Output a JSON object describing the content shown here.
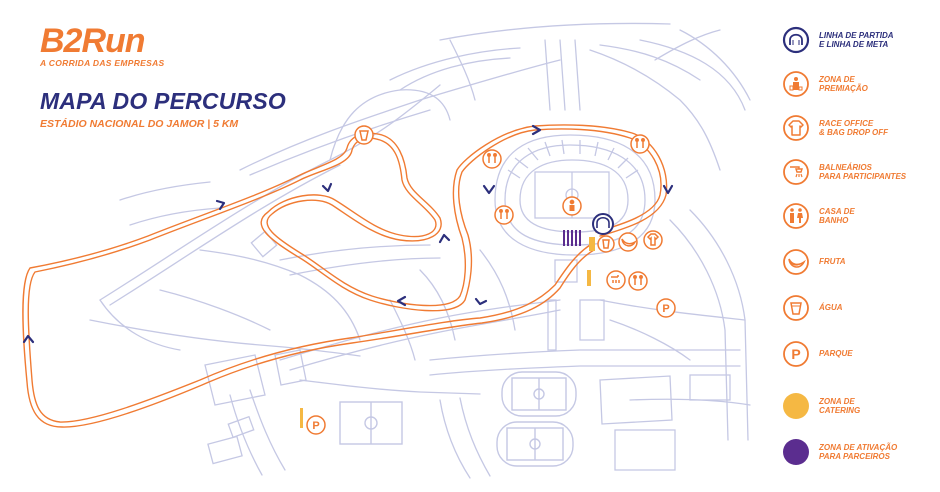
{
  "brand": {
    "name": "B2Run",
    "tagline": "A CORRIDA DAS EMPRESAS"
  },
  "title": "MAPA DO PERCURSO",
  "subtitle": "ESTÁDIO NACIONAL DO JAMOR | 5 KM",
  "colors": {
    "route": "#f07b33",
    "navy": "#2c2f7c",
    "paths": "#c5c8e4",
    "catering": "#f5b843",
    "activation": "#5b2d8f"
  },
  "legend": [
    {
      "icon": "start-finish-icon",
      "line1": "LINHA DE PARTIDA",
      "line2": "E LINHA DE META",
      "color": "#2c2f7c"
    },
    {
      "icon": "award-zone-icon",
      "line1": "ZONA DE",
      "line2": "PREMIAÇÃO",
      "color": "#f07b33"
    },
    {
      "icon": "tshirt-icon",
      "line1": "RACE OFFICE",
      "line2": "& BAG DROP OFF",
      "color": "#f07b33"
    },
    {
      "icon": "shower-icon",
      "line1": "BALNEÁRIOS",
      "line2": "PARA PARTICIPANTES",
      "color": "#f07b33"
    },
    {
      "icon": "toilet-icon",
      "line1": "CASA DE",
      "line2": "BANHO",
      "color": "#f07b33"
    },
    {
      "icon": "banana-icon",
      "line1": "FRUTA",
      "line2": "",
      "color": "#f07b33"
    },
    {
      "icon": "water-cup-icon",
      "line1": "ÁGUA",
      "line2": "",
      "color": "#f07b33"
    },
    {
      "icon": "parking-icon",
      "line1": "PARQUE",
      "line2": "",
      "color": "#f07b33"
    },
    {
      "icon": "catering-zone-icon",
      "line1": "ZONA DE",
      "line2": "CATERING",
      "color": "#f07b33"
    },
    {
      "icon": "activation-zone-icon",
      "line1": "ZONA DE ATIVAÇÃO",
      "line2": "PARA PARCEIROS",
      "color": "#f07b33"
    }
  ],
  "map_markers": {
    "parking_symbol": "P"
  }
}
